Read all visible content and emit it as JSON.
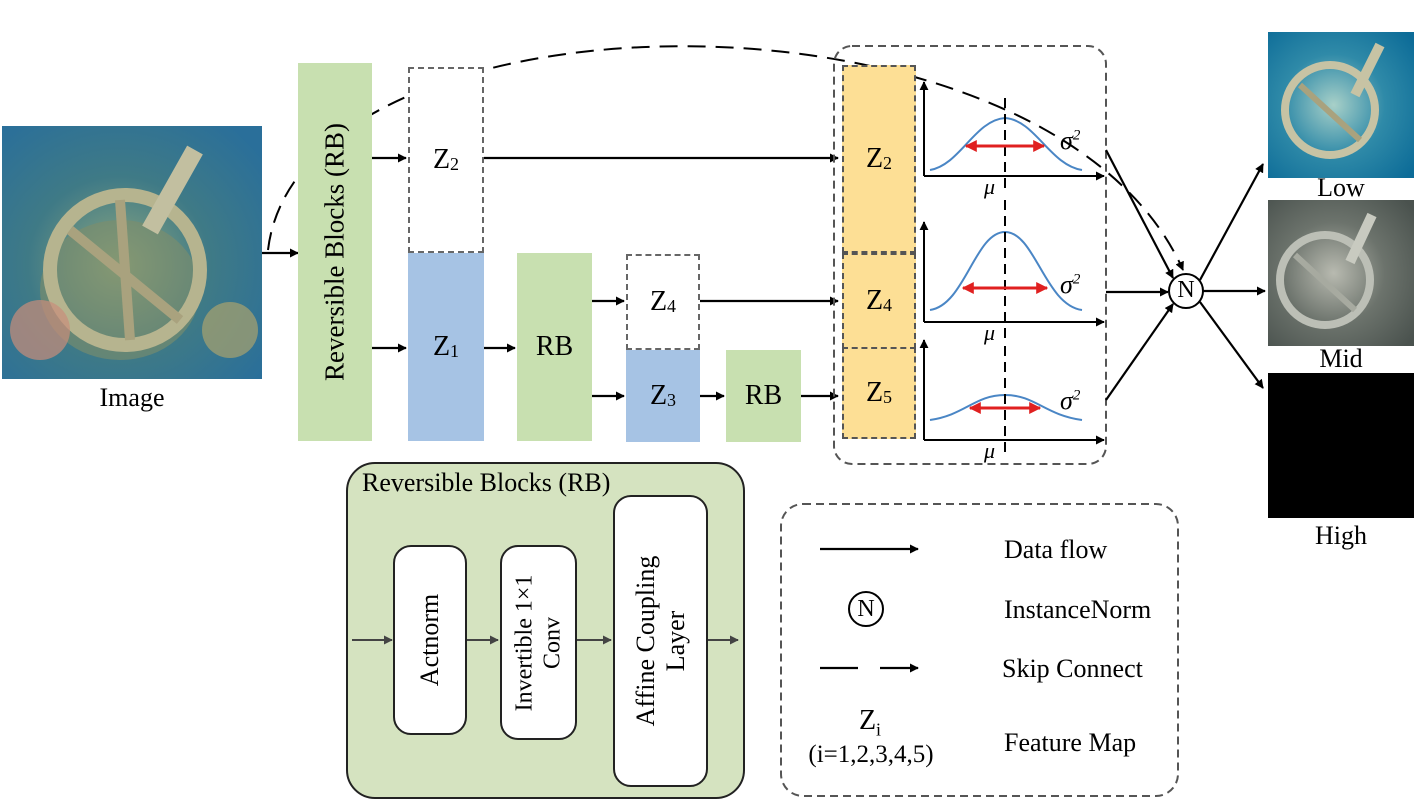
{
  "input_image": {
    "caption": "Image"
  },
  "main_rb": {
    "label": "Reversible  Blocks (RB)"
  },
  "rb_small": [
    "RB",
    "RB"
  ],
  "features": {
    "z1": {
      "base": "Z",
      "sub": "1"
    },
    "z2": {
      "base": "Z",
      "sub": "2"
    },
    "z3": {
      "base": "Z",
      "sub": "3"
    },
    "z4": {
      "base": "Z",
      "sub": "4"
    },
    "z5": {
      "base": "Z",
      "sub": "5"
    }
  },
  "dist_labels": {
    "mu": "μ",
    "sigma": "σ",
    "sigma_sup": "2"
  },
  "norm_node": "N",
  "outputs": [
    {
      "label": "Low"
    },
    {
      "label": "Mid"
    },
    {
      "label": "High"
    }
  ],
  "rb_detail": {
    "title": "Reversible  Blocks (RB)",
    "steps": [
      "Actnorm",
      "Invertible 1×1",
      "Conv",
      "Affine Coupling",
      "Layer"
    ]
  },
  "legend": {
    "data_flow": "Data flow",
    "instance_norm_symbol": "N",
    "instance_norm": "InstanceNorm",
    "skip_connect": "Skip Connect",
    "feature_symbol_base": "Z",
    "feature_symbol_sub": "i",
    "feature_index": "(i=1,2,3,4,5)",
    "feature_map": "Feature Map"
  },
  "colors": {
    "green": "#c8e0b0",
    "blue": "#a6c3e4",
    "yellow": "#fddf95",
    "curve": "#4a86c5",
    "red_arrow": "#e02020"
  }
}
